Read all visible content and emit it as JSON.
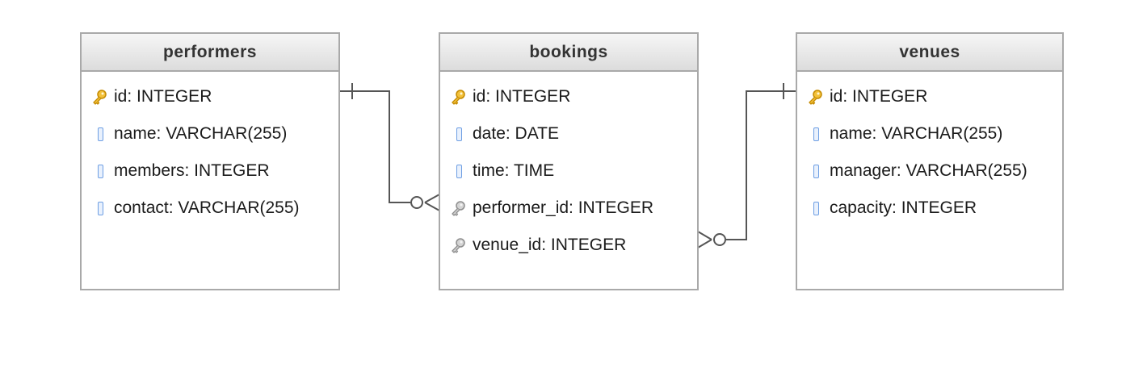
{
  "entities": [
    {
      "name": "performers",
      "fields": [
        {
          "label": "id: INTEGER",
          "icon": "primary-key-icon"
        },
        {
          "label": "name: VARCHAR(255)",
          "icon": "column-icon"
        },
        {
          "label": "members: INTEGER",
          "icon": "column-icon"
        },
        {
          "label": "contact: VARCHAR(255)",
          "icon": "column-icon"
        }
      ]
    },
    {
      "name": "bookings",
      "fields": [
        {
          "label": "id: INTEGER",
          "icon": "primary-key-icon"
        },
        {
          "label": "date: DATE",
          "icon": "column-icon"
        },
        {
          "label": "time: TIME",
          "icon": "column-icon"
        },
        {
          "label": "performer_id: INTEGER",
          "icon": "foreign-key-icon"
        },
        {
          "label": "venue_id: INTEGER",
          "icon": "foreign-key-icon"
        }
      ]
    },
    {
      "name": "venues",
      "fields": [
        {
          "label": "id: INTEGER",
          "icon": "primary-key-icon"
        },
        {
          "label": "name: VARCHAR(255)",
          "icon": "column-icon"
        },
        {
          "label": "manager: VARCHAR(255)",
          "icon": "column-icon"
        },
        {
          "label": "capacity: INTEGER",
          "icon": "column-icon"
        }
      ]
    }
  ],
  "relationships": [
    {
      "from": "performers.id",
      "to": "bookings.performer_id",
      "from_cardinality": "one",
      "to_cardinality": "zero-or-many"
    },
    {
      "from": "venues.id",
      "to": "bookings.venue_id",
      "from_cardinality": "one",
      "to_cardinality": "zero-or-many"
    }
  ],
  "colors": {
    "border": "#a9a9a9",
    "connector": "#555555",
    "primary_key": "#e8a317",
    "foreign_key": "#a0a0a0",
    "column": "#6d9ee3"
  }
}
